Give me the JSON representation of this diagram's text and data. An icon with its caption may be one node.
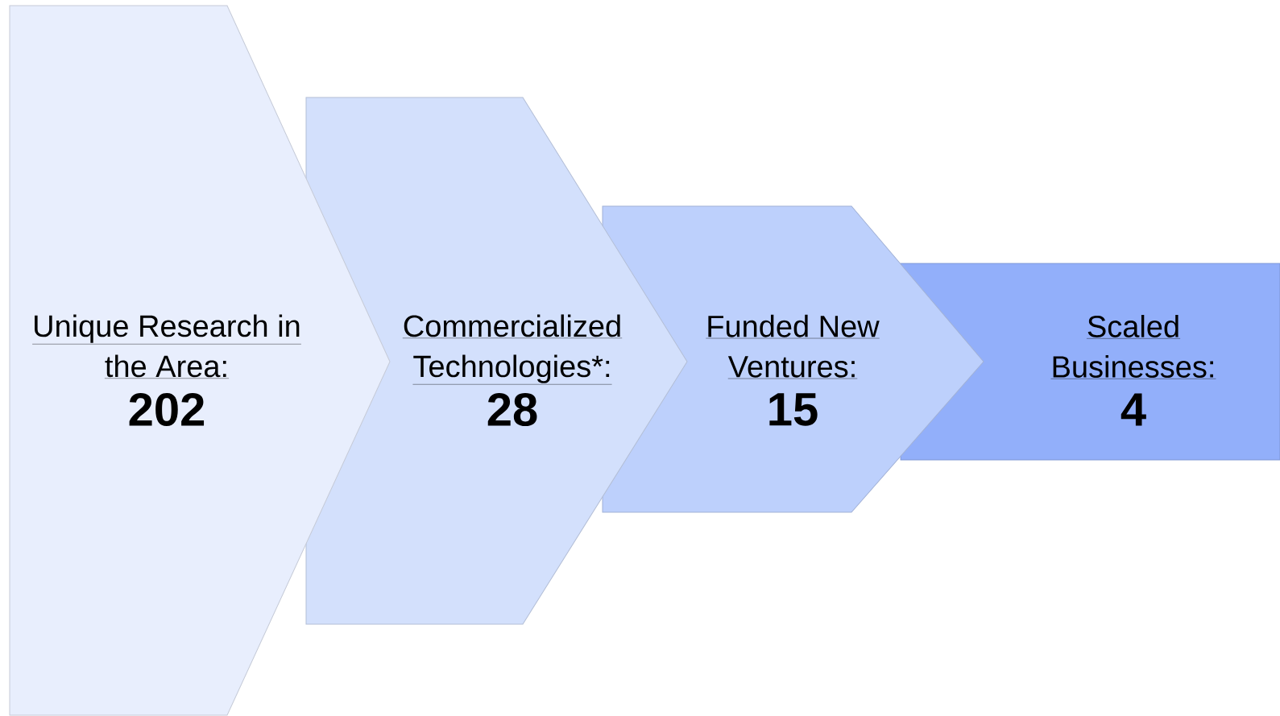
{
  "diagram": {
    "nodes": [
      {
        "text": [
          "Unique Research in the Area:",
          "202"
        ]
      },
      {
        "text": [
          "Commercialized Technologies*:",
          "28"
        ]
      },
      {
        "text": [
          "Funded New Ventures:",
          "15"
        ]
      },
      {
        "text": [
          "Scaled Businesses:",
          "4"
        ]
      }
    ]
  }
}
